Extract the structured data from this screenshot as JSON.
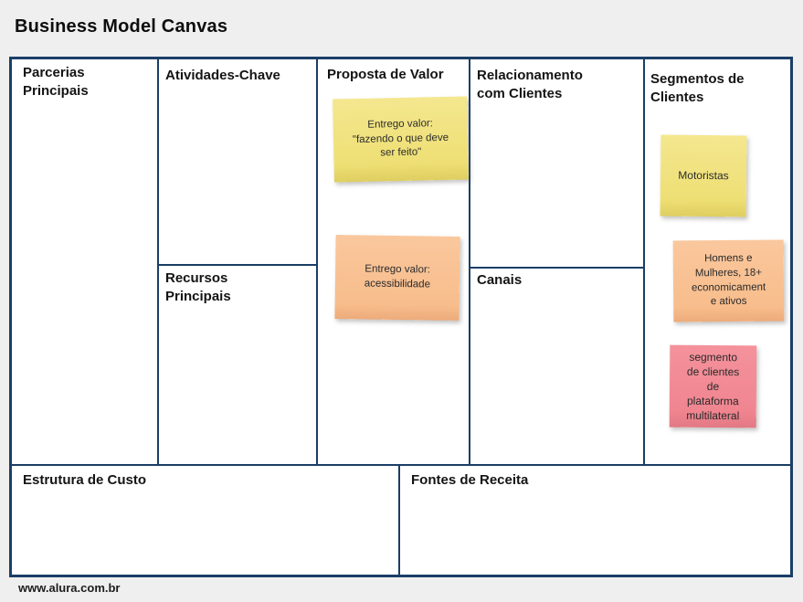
{
  "title": "Business Model Canvas",
  "footer": {
    "url_text": "www.alura.com.br"
  },
  "colors": {
    "canvas_border": "#1a3e66",
    "page_background": "#efefef",
    "canvas_background": "#ffffff",
    "note_yellow": "#f0e17c",
    "note_orange": "#f9c093",
    "note_pink": "#f28a95"
  },
  "sections": {
    "key_partners": {
      "label": "Parcerias\nPrincipais"
    },
    "key_activities": {
      "label": "Atividades-Chave"
    },
    "key_resources": {
      "label": "Recursos\nPrincipais"
    },
    "value_proposition": {
      "label": "Proposta de Valor"
    },
    "customer_relationships": {
      "label": "Relacionamento\ncom Clientes"
    },
    "channels": {
      "label": "Canais"
    },
    "customer_segments": {
      "label": "Segmentos de\nClientes"
    },
    "cost_structure": {
      "label": "Estrutura de Custo"
    },
    "revenue_streams": {
      "label": "Fontes de Receita"
    }
  },
  "sticky_notes": {
    "value_delivery_quote": {
      "text": "Entrego valor:\n\"fazendo o que deve\nser feito\"",
      "color": "#f0e17c"
    },
    "value_accessibility": {
      "text": "Entrego valor:\nacessibilidade",
      "color": "#f9c093"
    },
    "segment_drivers": {
      "text": "Motoristas",
      "color": "#f0e17c"
    },
    "segment_adults": {
      "text": "Homens e\nMulheres, 18+\neconomicament\ne ativos",
      "color": "#f9c093"
    },
    "segment_platform": {
      "text": "segmento\nde clientes\nde\nplataforma\nmultilateral",
      "color": "#f28a95"
    }
  }
}
